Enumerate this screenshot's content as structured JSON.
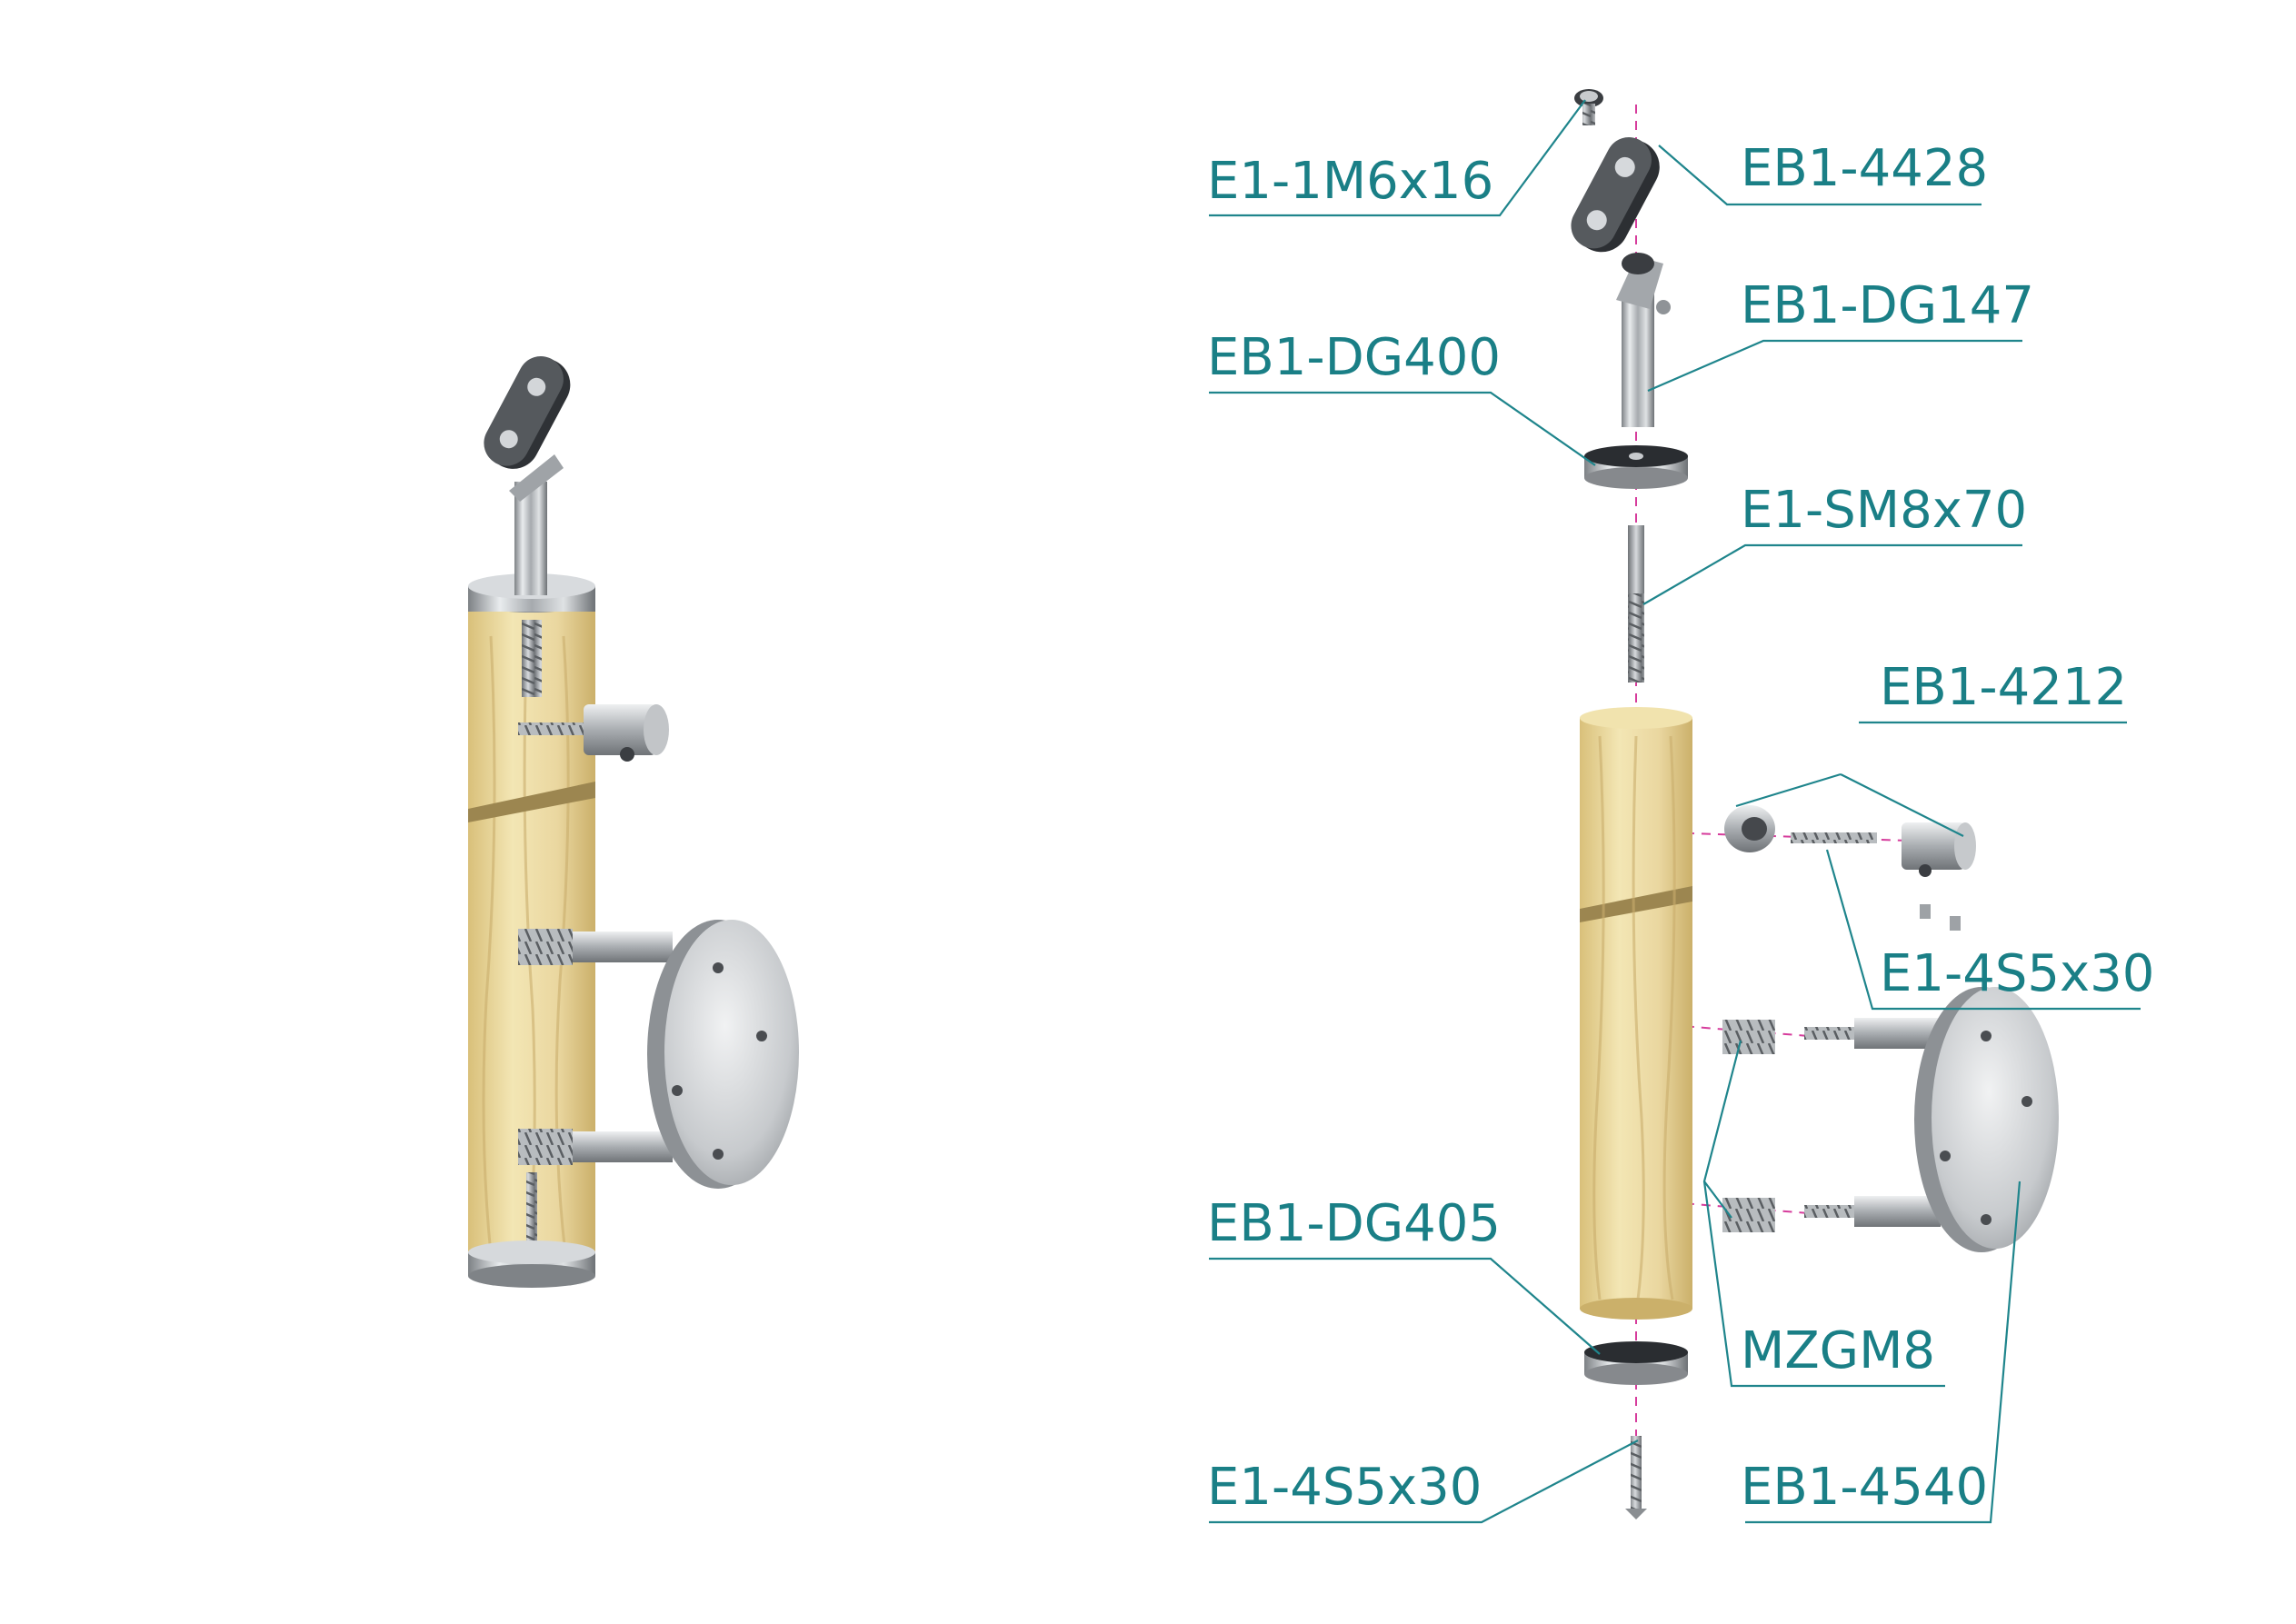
{
  "colors": {
    "label_text": "#1a7f86",
    "leader_line": "#1f858c",
    "axis_line": "#d63c9c",
    "wood": "#e9d79a",
    "steel": "#c3c6c9"
  },
  "labels": {
    "screw_m6x16": "E1-1M6x16",
    "saddle_plate": "EB1-4428",
    "tilt_post": "EB1-DG147",
    "cover_disc_top": "EB1-DG400",
    "stud_screw": "E1-SM8x70",
    "bar_holder": "EB1-4212",
    "bar_screw": "E1-4S5x30",
    "cover_disc_bottom": "EB1-DG405",
    "threaded_insert": "MZGM8",
    "bottom_screw": "E1-4S5x30",
    "wall_flange": "EB1-4540"
  }
}
